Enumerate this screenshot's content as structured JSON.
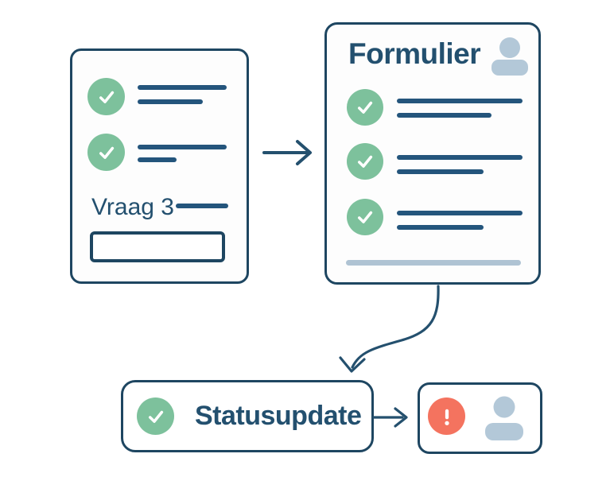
{
  "question_card": {
    "label": "Vraag 3",
    "checked_rows": 2,
    "answer_box_value": ""
  },
  "form_card": {
    "title": "Formulier",
    "checked_rows": 3
  },
  "status_pill": {
    "label": "Statusupdate"
  },
  "alert_card": {
    "icons": [
      "alert-icon",
      "person-icon"
    ]
  },
  "icons": {
    "check": "check-icon (white checkmark in green circle)",
    "person": "person-icon (light blue-gray user silhouette)",
    "alert": "alert-icon (white exclamation mark in red circle)",
    "arrow_right": "arrow-right-icon",
    "curved_arrow": "curved-arrow-down-icon"
  },
  "colors": {
    "navy_border": "#1e4661",
    "navy_line": "#24557c",
    "navy_text": "#23506f",
    "green": "#7dc19c",
    "red": "#f4735f",
    "person_gray": "#b3c8d8",
    "bar_gray": "#afc3d3",
    "background": "#ffffff"
  }
}
